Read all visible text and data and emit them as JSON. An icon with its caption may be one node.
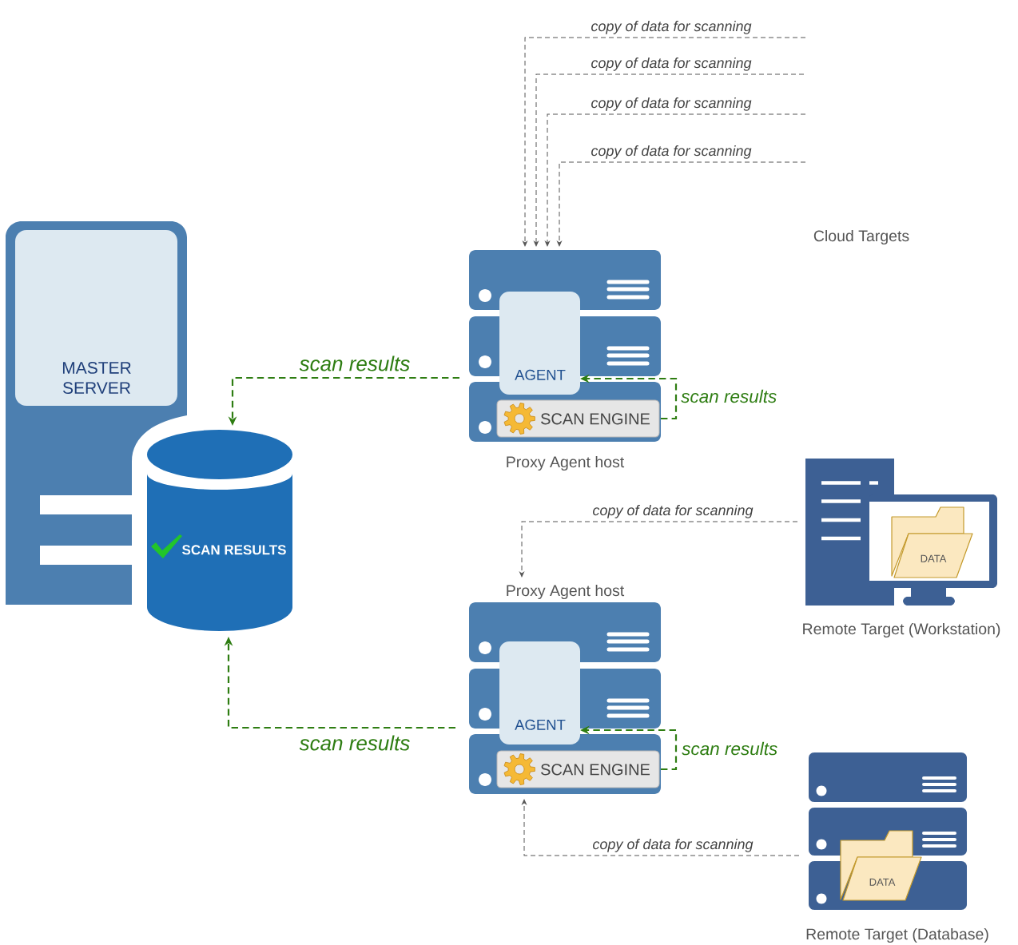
{
  "diagram": {
    "nodes": [
      {
        "text": [
          "MASTER SERVER"
        ]
      },
      {
        "text": [
          "SCAN RESULTS"
        ]
      },
      {
        "text": [
          "Proxy Agent host"
        ]
      },
      {
        "text": [
          "AGENT"
        ],
        "in": 2
      },
      {
        "text": [
          "SCAN ENGINE"
        ],
        "in": 2
      },
      {
        "text": [
          "Proxy Agent host"
        ]
      },
      {
        "text": [
          "AGENT"
        ],
        "in": 5
      },
      {
        "text": [
          "SCAN ENGINE"
        ],
        "in": 5
      },
      {
        "text": [
          "Remote Target (Workstation)"
        ]
      },
      {
        "text": [
          "DATA"
        ],
        "in": 8
      },
      {
        "text": [
          "Remote Target (Database)"
        ]
      },
      {
        "text": [
          "DATA"
        ],
        "in": 10
      }
    ],
    "edges": [
      {
        "from": 2,
        "to": 1,
        "arrow": "to",
        "label": "scan results",
        "style": "dashed",
        "color": "#2e7d12"
      },
      {
        "from": 4,
        "to": 3,
        "arrow": "to",
        "label": "scan results",
        "style": "dashed",
        "color": "#2e7d12"
      },
      {
        "from": null,
        "to": 2,
        "arrow": "to",
        "label": "copy of data for scanning",
        "style": "dashed"
      },
      {
        "from": null,
        "to": 2,
        "arrow": "to",
        "label": "copy of data for scanning",
        "style": "dashed"
      },
      {
        "from": null,
        "to": 2,
        "arrow": "to",
        "label": "copy of data for scanning",
        "style": "dashed"
      },
      {
        "from": null,
        "to": 2,
        "arrow": "to",
        "label": "copy of data for scanning",
        "style": "dashed"
      },
      {
        "from": 8,
        "to": 5,
        "arrow": "to",
        "label": "copy of data for scanning",
        "style": "dashed"
      },
      {
        "from": 7,
        "to": 6,
        "arrow": "to",
        "label": "scan results",
        "style": "dashed",
        "color": "#2e7d12"
      },
      {
        "from": 5,
        "to": 1,
        "arrow": "to",
        "label": "scan results",
        "style": "dashed",
        "color": "#2e7d12"
      },
      {
        "from": 10,
        "to": 5,
        "arrow": "to",
        "label": "copy of data for scanning",
        "style": "dashed"
      }
    ],
    "labels": [
      "Cloud Targets"
    ]
  }
}
